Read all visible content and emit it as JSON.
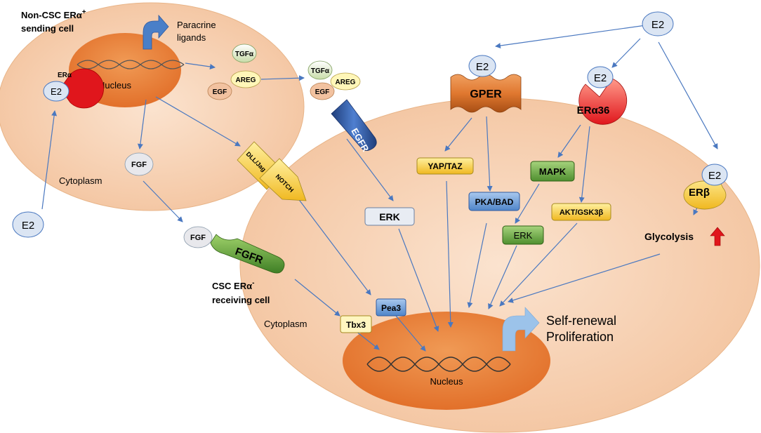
{
  "sending_cell": {
    "title_line1": "Non-CSC ERα",
    "title_sup": "+",
    "title_line2": "sending cell",
    "nucleus": "Nucleus",
    "cytoplasm": "Cytoplasm",
    "era": "ERα",
    "e2": "E2",
    "paracrine_line1": "Paracrine",
    "paracrine_line2": "ligands",
    "tgfa": "TGFα",
    "areg": "AREG",
    "egf": "EGF",
    "fgf": "FGF",
    "e2_outside": "E2"
  },
  "receiving_cell": {
    "title_line1": "CSC ERα",
    "title_sup": "-",
    "title_line2": "receiving cell",
    "cytoplasm": "Cytoplasm",
    "nucleus": "Nucleus",
    "outcome_line1": "Self-renewal",
    "outcome_line2": "Proliferation"
  },
  "receptors": {
    "egfr": "EGFR",
    "egfr_ligands": [
      "TGFα",
      "AREG",
      "EGF"
    ],
    "fgfr": "FGFR",
    "fgfr_ligand": "FGF",
    "gper": "GPER",
    "gper_e2": "E2",
    "era36": "ERα36",
    "era36_e2": "E2",
    "erb": "ERβ",
    "erb_e2": "E2",
    "dll_jag": "DLL/Jag",
    "notch": "NOTCH"
  },
  "signals": {
    "e2_top": "E2",
    "yap_taz": "YAP/TAZ",
    "pka_bad": "PKA/BAD",
    "mapk": "MAPK",
    "erk_gper": "ERK",
    "erk_egfr": "ERK",
    "akt": "AKT/GSK3β",
    "glycolysis": "Glycolysis",
    "pea3": "Pea3",
    "tbx3": "Tbx3"
  },
  "colors": {
    "cell_fill": "#f6d2b4",
    "nucleus_fill": "#e57c33",
    "e2_fill": "#dbe5f3",
    "arrow": "#4a78c0",
    "era_red": "#e0161c",
    "yellow": "#f7d542",
    "green": "#5da83a",
    "blue": "#5b9bd5",
    "grey_box": "#e8ecf3",
    "egfr_blue": "#2f5597",
    "up_arrow": "#e0161c"
  }
}
